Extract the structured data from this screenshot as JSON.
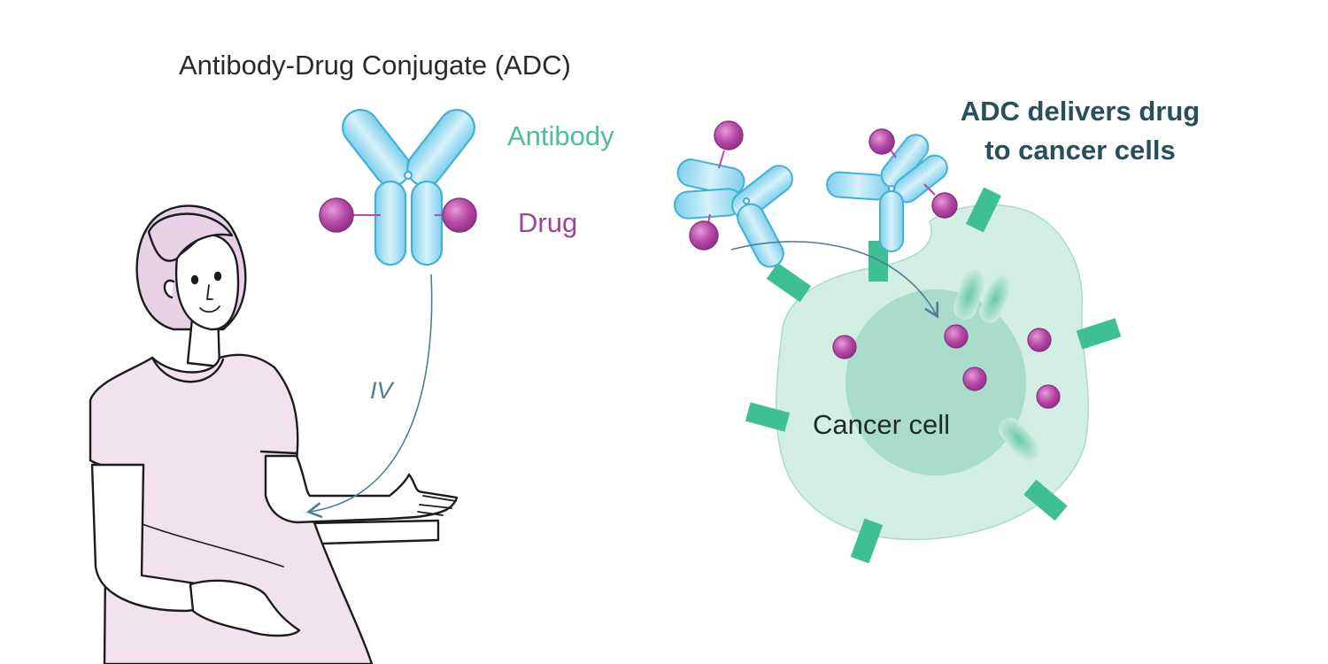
{
  "title": "Antibody-Drug Conjugate (ADC)",
  "labels": {
    "antibody": "Antibody",
    "drug": "Drug",
    "route": "IV",
    "headline_line1": "ADC delivers drug",
    "headline_line2": "to cancer cells",
    "cancer_cell": "Cancer cell"
  },
  "colors": {
    "antibody_text": "#4fbf98",
    "drug_text": "#a0449a",
    "headline_text": "#29505a",
    "route_text": "#4c7f92",
    "antibody_fill": "#a9dff2",
    "antibody_stroke": "#3fb2d6",
    "drug_fill": "#b54aa7",
    "cell_fill": "#d3eee2",
    "nucleus_fill": "#a9dccb",
    "receptor": "#3fbf96",
    "gown": "#f2e2ee",
    "hair": "#e7d1e6"
  }
}
